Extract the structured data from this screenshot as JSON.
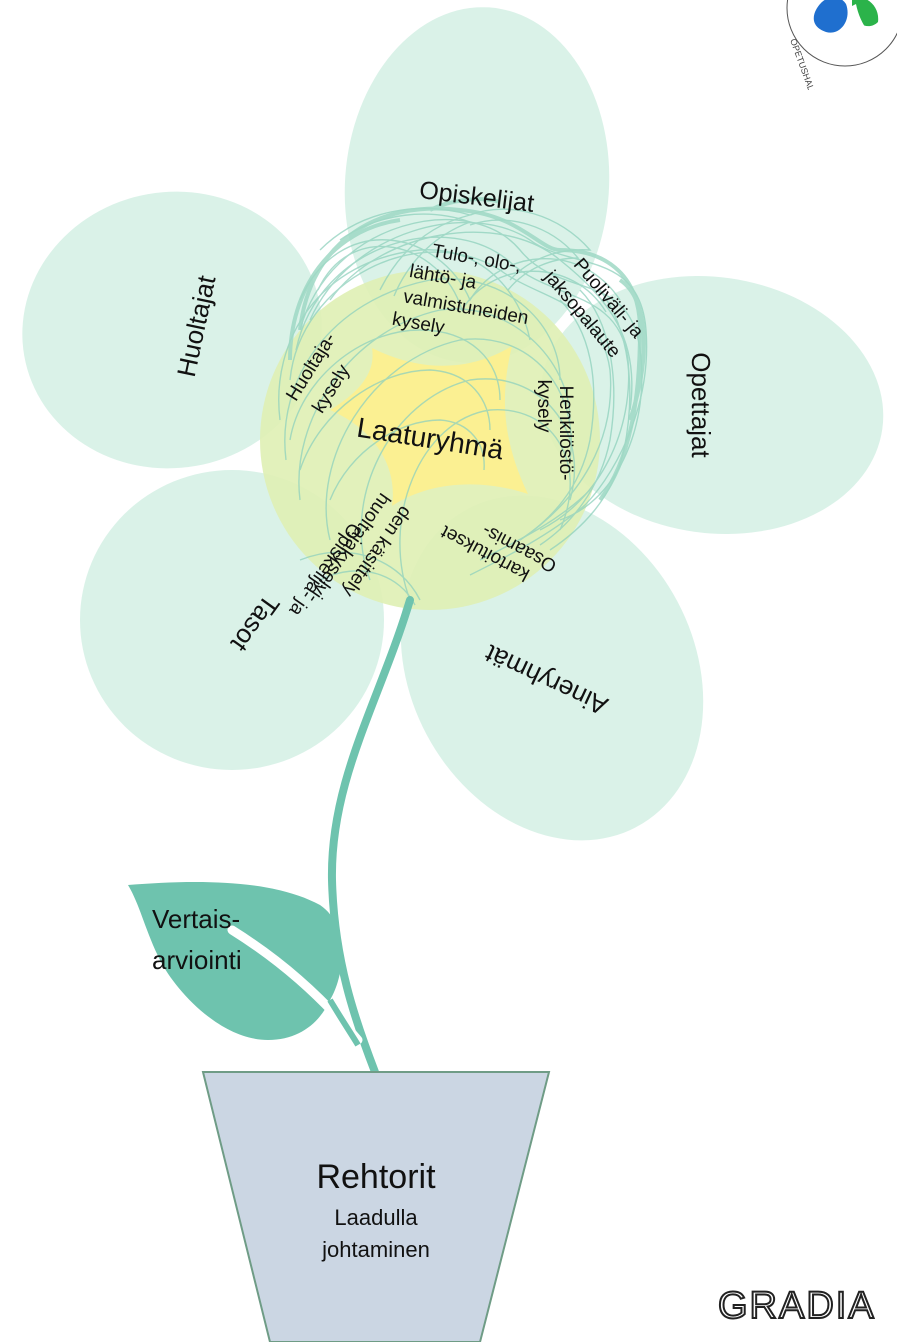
{
  "center": {
    "title": "Laaturyhmä"
  },
  "petals": {
    "top": "Opiskelijat",
    "left": "Huoltajat",
    "right": "Opettajat",
    "bottom_left": "Tasot",
    "bottom_right": "Aineryhmät"
  },
  "inner": {
    "tulo": [
      "Tulo-, olo-,",
      "lähtö- ja",
      "valmistuneiden",
      "kysely"
    ],
    "puolivali": [
      "Puoliväli- ja",
      "jaksopalaute"
    ],
    "huoltaja": [
      "Huoltaja-",
      "kysely"
    ],
    "henkilosto": [
      "Henkilöstö-",
      "kysely"
    ],
    "osaamis": [
      "Osaamis-",
      "kartoitukset"
    ],
    "opiskelija": [
      "Opiskelija- ja",
      "huoltajakyselyi-",
      "den käsittely"
    ]
  },
  "leaf": {
    "lines": [
      "Vertais-",
      "arviointi"
    ]
  },
  "pot": {
    "title": "Rehtorit",
    "sub1": "Laadulla",
    "sub2": "johtaminen"
  },
  "logos": {
    "gradia": "GRADIA",
    "seal": "OPETUSHALLITUS"
  },
  "colors": {
    "petal": "#d3f0e4",
    "stem": "#6ec3ae",
    "leaf": "#6ec3ae",
    "core_outer": "#dff0b4",
    "core_inner": "#fbf092",
    "pot": "#cbd6e3",
    "pot_stroke": "#6f9c86"
  }
}
